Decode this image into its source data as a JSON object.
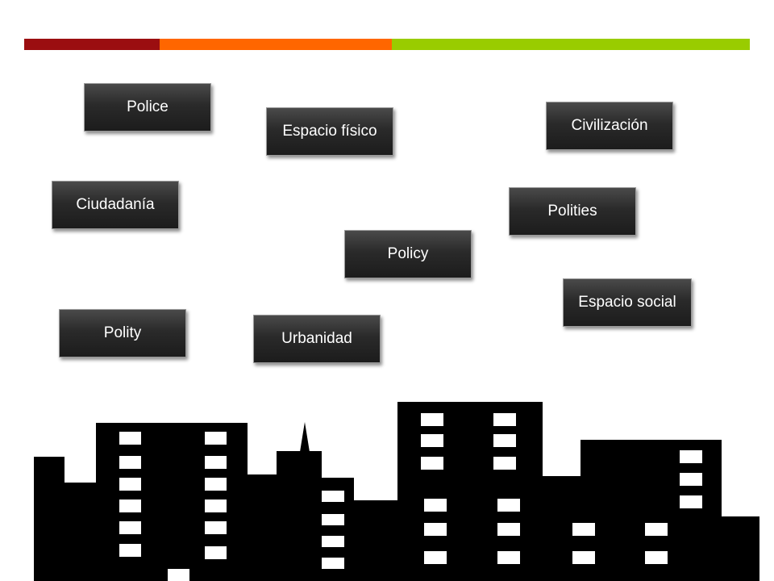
{
  "colors": {
    "bar_red": "#9b0e10",
    "bar_orange": "#ff6600",
    "bar_green": "#99cc00",
    "skyline": "#000000",
    "windows": "#ffffff"
  },
  "terms": {
    "police": "Police",
    "espacio_fisico": "Espacio físico",
    "civilizacion": "Civilización",
    "ciudadania": "Ciudadanía",
    "polities": "Polities",
    "policy": "Policy",
    "espacio_social": "Espacio social",
    "polity": "Polity",
    "urbanidad": "Urbanidad"
  }
}
